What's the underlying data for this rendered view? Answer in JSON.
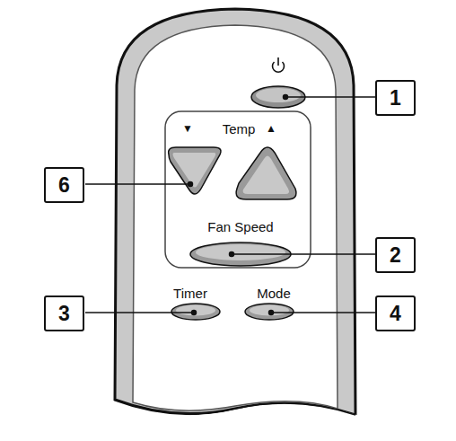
{
  "diagram": {
    "nodes": [
      {
        "text": [
          "1"
        ]
      },
      {
        "text": [
          "6"
        ]
      },
      {
        "text": [
          "2"
        ]
      },
      {
        "text": [
          "3"
        ]
      },
      {
        "text": [
          "4"
        ]
      }
    ],
    "labels": [
      "▼",
      "Temp",
      "▲",
      "Fan Speed",
      "Timer",
      "Mode"
    ]
  }
}
